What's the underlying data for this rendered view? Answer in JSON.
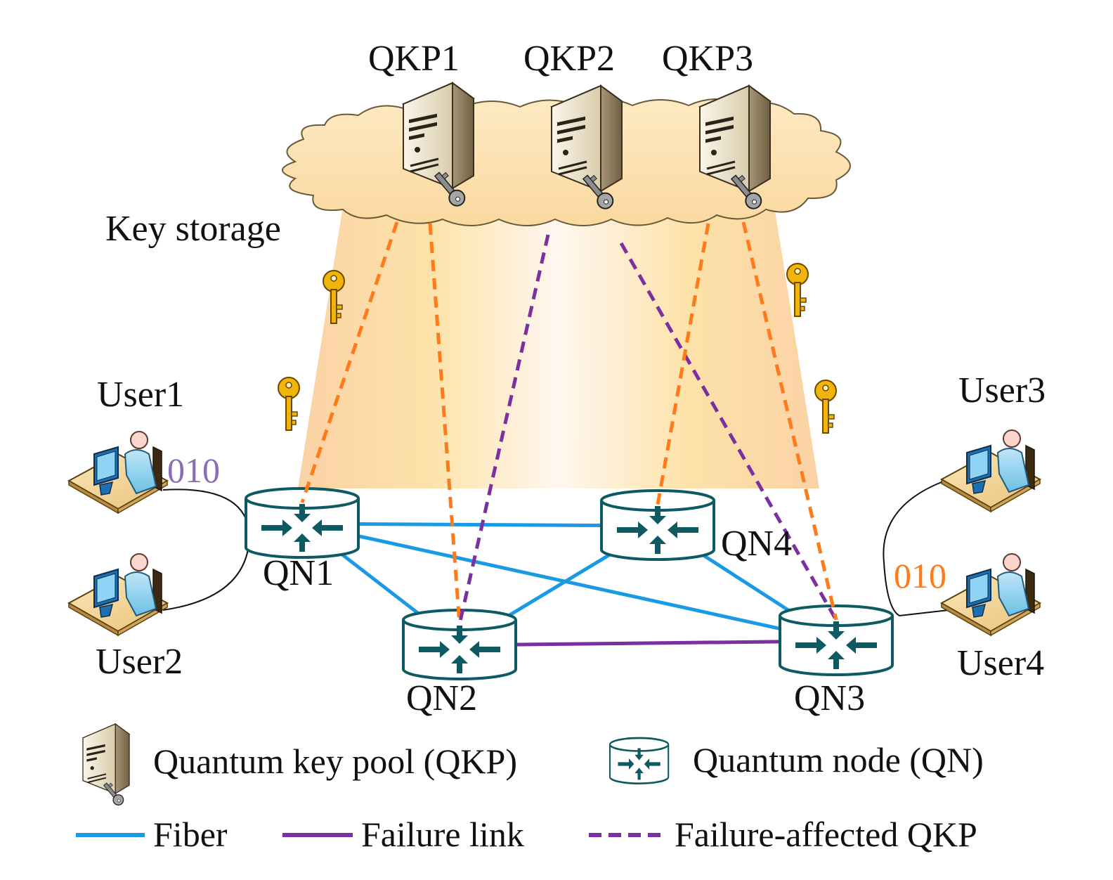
{
  "cloud": {
    "label": "Key storage"
  },
  "qkps": [
    {
      "id": "qkp1",
      "label": "QKP1"
    },
    {
      "id": "qkp2",
      "label": "QKP2"
    },
    {
      "id": "qkp3",
      "label": "QKP3"
    }
  ],
  "nodes": [
    {
      "id": "qn1",
      "label": "QN1"
    },
    {
      "id": "qn2",
      "label": "QN2"
    },
    {
      "id": "qn3",
      "label": "QN3"
    },
    {
      "id": "qn4",
      "label": "QN4"
    }
  ],
  "users": [
    {
      "id": "user1",
      "label": "User1"
    },
    {
      "id": "user2",
      "label": "User2"
    },
    {
      "id": "user3",
      "label": "User3"
    },
    {
      "id": "user4",
      "label": "User4"
    }
  ],
  "bits": {
    "left": {
      "text": "010",
      "color": "#8a6db5"
    },
    "right": {
      "text": "010",
      "color": "#ff7a1a"
    }
  },
  "links": {
    "fiber": [
      [
        "qn1",
        "qn4"
      ],
      [
        "qn1",
        "qn2"
      ],
      [
        "qn1",
        "qn3"
      ],
      [
        "qn2",
        "qn4"
      ],
      [
        "qn4",
        "qn3"
      ]
    ],
    "failure": [
      [
        "qn2",
        "qn3"
      ]
    ]
  },
  "qkp_links": [
    {
      "from": "qkp1",
      "to": "qn1",
      "affected": false
    },
    {
      "from": "qkp1",
      "to": "qn2",
      "affected": false
    },
    {
      "from": "qkp2",
      "to": "qn2",
      "affected": true
    },
    {
      "from": "qkp2",
      "to": "qn3",
      "affected": true
    },
    {
      "from": "qkp3",
      "to": "qn4",
      "affected": false
    },
    {
      "from": "qkp3",
      "to": "qn3",
      "affected": false
    }
  ],
  "colors": {
    "fiber": "#1a9ae6",
    "failure": "#7b2fa0",
    "qkp_link": "#ff7a1a",
    "node": "#0e5a62",
    "key": "#f1b40c"
  },
  "legend": {
    "qkp": "Quantum key pool (QKP)",
    "qn": "Quantum node (QN)",
    "fiber": "Fiber",
    "failure": "Failure link",
    "affected": "Failure-affected QKP"
  }
}
